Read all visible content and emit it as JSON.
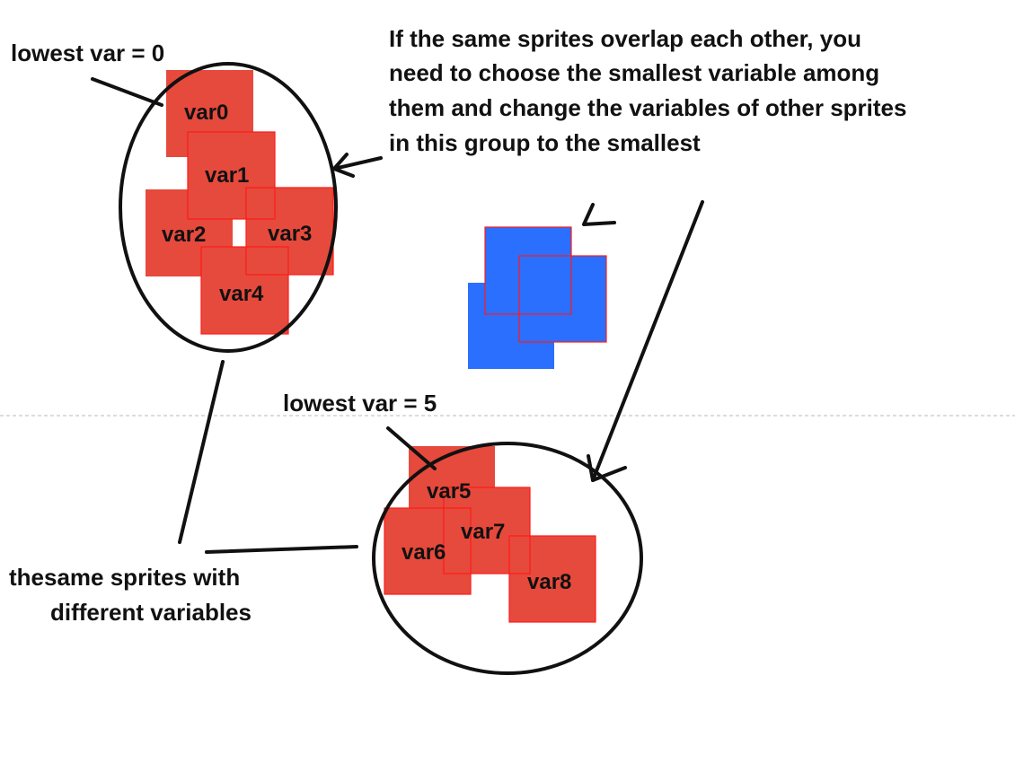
{
  "colors": {
    "sprite_red": "#e64a3c",
    "sprite_red_outline": "#ff1a1a",
    "sprite_blue": "#2b6fff",
    "ink": "#111111",
    "divider": "#d0d0d0"
  },
  "labels": {
    "lowest_var_top": "lowest var = 0",
    "lowest_var_bottom": "lowest var = 5",
    "instruction_lines": [
      "If the same sprites overlap each other, you",
      "need to choose the smallest variable among",
      "them and change the variables of other sprites",
      "in this group to the smallest"
    ],
    "caption_lines": [
      "thesame sprites with",
      "different variables"
    ]
  },
  "group_top": {
    "sprites": [
      "var0",
      "var1",
      "var2",
      "var3",
      "var4"
    ]
  },
  "group_bottom": {
    "sprites": [
      "var5",
      "var6",
      "var7",
      "var8"
    ]
  }
}
